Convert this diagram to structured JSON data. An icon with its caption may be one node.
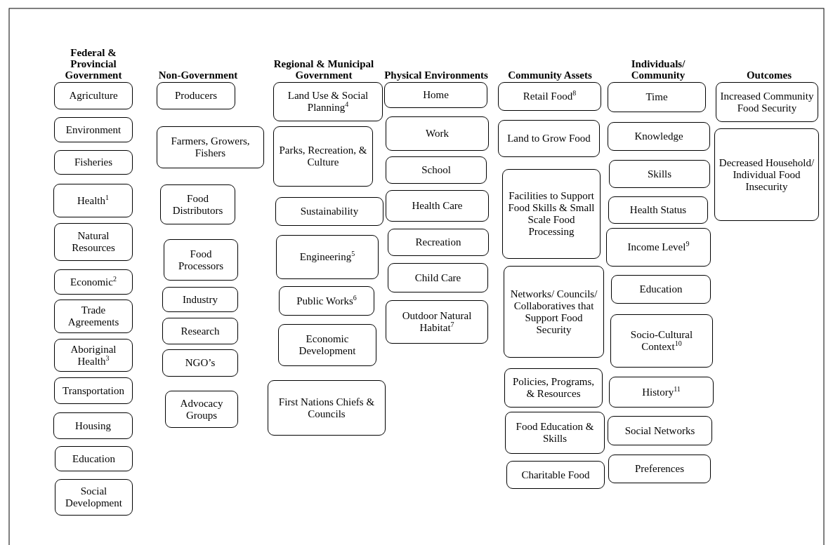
{
  "diagram": {
    "nodes": [
      {
        "text": [
          "Agriculture"
        ]
      },
      {
        "text": [
          "Environment"
        ]
      },
      {
        "text": [
          "Fisheries"
        ]
      },
      {
        "text": [
          "Health$^{1}$"
        ]
      },
      {
        "text": [
          "Natural Resources"
        ]
      },
      {
        "text": [
          "Economic$^{2}$"
        ]
      },
      {
        "text": [
          "Trade Agreements"
        ]
      },
      {
        "text": [
          "Aboriginal Health$^{3}$"
        ]
      },
      {
        "text": [
          "Transportation"
        ]
      },
      {
        "text": [
          "Housing"
        ]
      },
      {
        "text": [
          "Education"
        ]
      },
      {
        "text": [
          "Social Development"
        ]
      },
      {
        "text": [
          "Producers"
        ]
      },
      {
        "text": [
          "Farmers, Growers, Fishers"
        ]
      },
      {
        "text": [
          "Food Distributors"
        ]
      },
      {
        "text": [
          "Food Processors"
        ]
      },
      {
        "text": [
          "Industry"
        ]
      },
      {
        "text": [
          "Research"
        ]
      },
      {
        "text": [
          "NGO’s"
        ]
      },
      {
        "text": [
          "Advocacy Groups"
        ]
      },
      {
        "text": [
          "Land Use & Social Planning$^{4}$"
        ]
      },
      {
        "text": [
          "Parks, Recreation, & Culture"
        ]
      },
      {
        "text": [
          "Sustainability"
        ]
      },
      {
        "text": [
          "Engineering$^{5}$"
        ]
      },
      {
        "text": [
          "Public Works$^{6}$"
        ]
      },
      {
        "text": [
          "Economic Development"
        ]
      },
      {
        "text": [
          "First Nations Chiefs & Councils"
        ]
      },
      {
        "text": [
          "Home"
        ]
      },
      {
        "text": [
          "Work"
        ]
      },
      {
        "text": [
          "School"
        ]
      },
      {
        "text": [
          "Health Care"
        ]
      },
      {
        "text": [
          "Recreation"
        ]
      },
      {
        "text": [
          "Child Care"
        ]
      },
      {
        "text": [
          "Outdoor Natural Habitat$^{7}$"
        ]
      },
      {
        "text": [
          "Retail Food$^{8}$"
        ]
      },
      {
        "text": [
          "Land to Grow Food"
        ]
      },
      {
        "text": [
          "Facilities to Support Food Skills & Small Scale Food Processing"
        ]
      },
      {
        "text": [
          "Networks/ Councils/ Collaboratives that Support Food Security"
        ]
      },
      {
        "text": [
          "Policies, Programs, & Resources"
        ]
      },
      {
        "text": [
          "Food Education & Skills"
        ]
      },
      {
        "text": [
          "Charitable Food"
        ]
      },
      {
        "text": [
          "Time"
        ]
      },
      {
        "text": [
          "Knowledge"
        ]
      },
      {
        "text": [
          "Skills"
        ]
      },
      {
        "text": [
          "Health Status"
        ]
      },
      {
        "text": [
          "Income Level$^{9}$"
        ]
      },
      {
        "text": [
          "Education"
        ]
      },
      {
        "text": [
          "Socio-Cultural Context$^{10}$"
        ]
      },
      {
        "text": [
          "History$^{11}$"
        ]
      },
      {
        "text": [
          "Social Networks"
        ]
      },
      {
        "text": [
          "Preferences"
        ]
      },
      {
        "text": [
          "Increased Community Food Security"
        ]
      },
      {
        "text": [
          "Decreased Household/ Individual Food Insecurity"
        ]
      }
    ],
    "labels": [
      "Federal & Provincial Government",
      "Non-Government",
      "Regional & Municipal Government",
      "Physical Environments",
      "Community Assets",
      "Individuals/ Community",
      "Outcomes"
    ]
  }
}
